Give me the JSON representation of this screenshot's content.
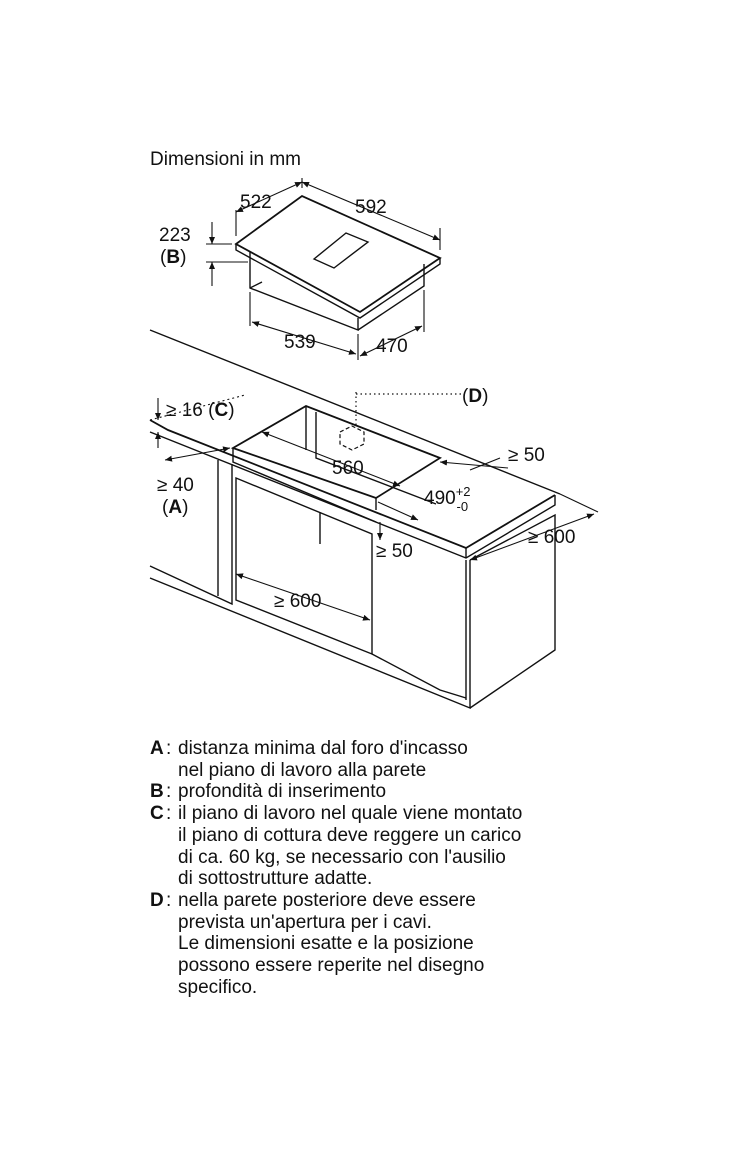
{
  "diagram": {
    "title": "Dimensioni in mm",
    "hob": {
      "width": "592",
      "depth": "522",
      "height": "223",
      "height_key": "B",
      "body_width": "539",
      "body_depth": "470"
    },
    "cutout": {
      "width": "560",
      "depth_main": "490",
      "depth_tol_plus": "+2",
      "depth_tol_minus": "-0",
      "rear_clearance": "≥ 50",
      "front_clearance": "≥ 50",
      "worktop_depth": "≥ 600",
      "cabinet_width": "≥ 600",
      "wall_distance": "≥ 40",
      "wall_distance_key": "A",
      "worktop_thickness": "≥ 16",
      "worktop_thickness_key": "C",
      "cable_opening_key": "D"
    }
  },
  "legend": [
    {
      "key": "A",
      "text": "distanza minima dal foro d'incasso\nnel piano di lavoro alla parete"
    },
    {
      "key": "B",
      "text": "profondità di inserimento"
    },
    {
      "key": "C",
      "text": "il piano di lavoro nel quale viene montato\nil piano di cottura deve reggere un carico\ndi ca. 60 kg, se necessario con l'ausilio\ndi sottostrutture adatte."
    },
    {
      "key": "D",
      "text": "nella parete posteriore deve essere\nprevista un'apertura per i cavi.\nLe dimensioni esatte e la posizione\npossono essere reperite nel disegno\nspecifico."
    }
  ]
}
